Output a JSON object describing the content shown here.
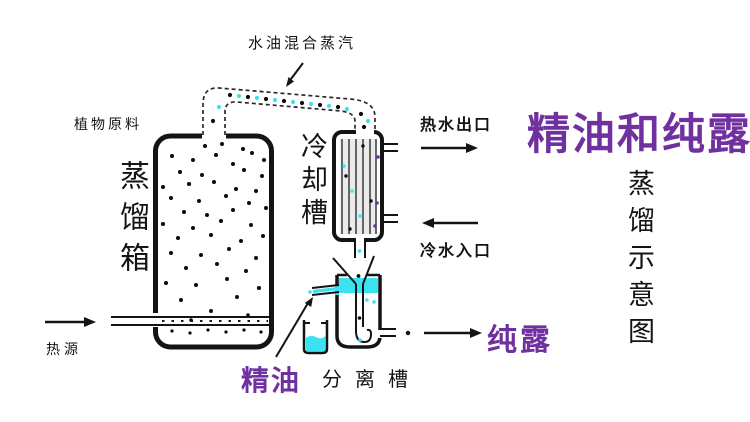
{
  "title": {
    "text": "精油和纯露",
    "color": "#7030A0"
  },
  "caption_vertical": {
    "text": "蒸馏示意图"
  },
  "diagram": {
    "labels": {
      "steam": "水油混合蒸汽",
      "plant_material": "植物原料",
      "still_tank": "蒸馏箱",
      "cooling_tank": "冷却槽",
      "hot_water_outlet": "热水出口",
      "cold_water_inlet": "冷水入口",
      "heat_source": "热源",
      "essential_oil": "精油",
      "separation_tank": "分离槽",
      "hydrosol": "纯露"
    },
    "colors": {
      "label_purple": "#7030A0",
      "liquid_cyan": "#3BE2EF",
      "line_black": "#141414"
    }
  }
}
